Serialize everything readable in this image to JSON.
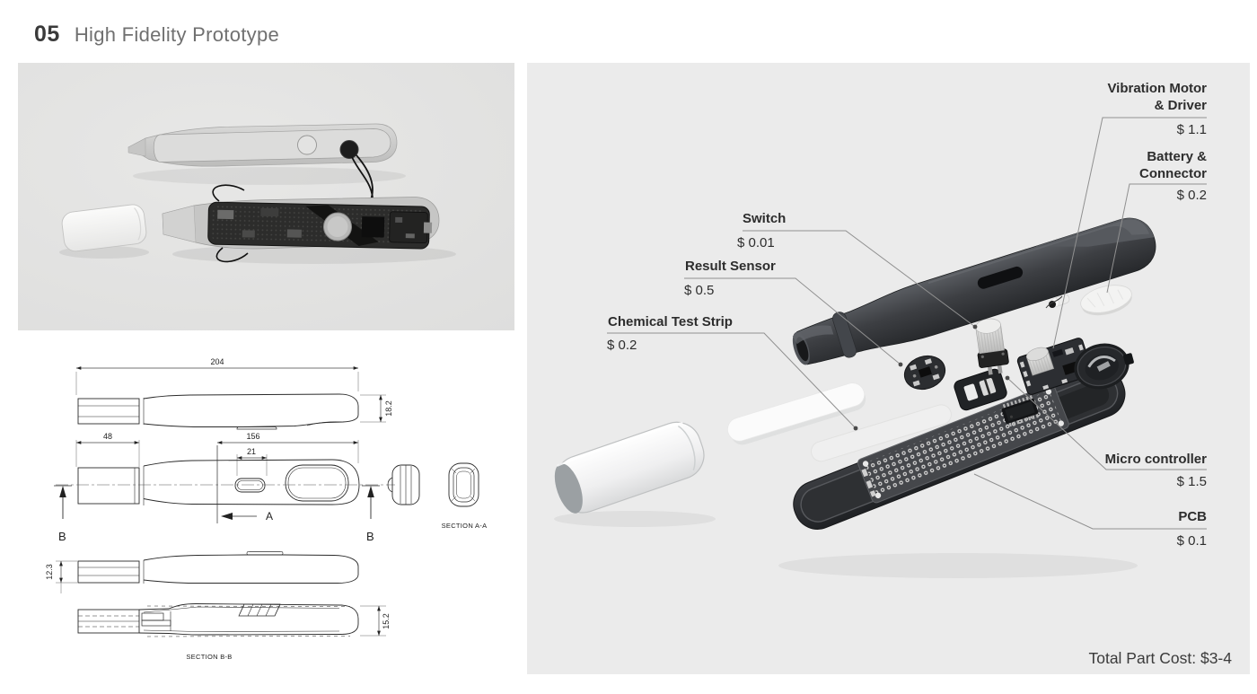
{
  "header": {
    "number": "05",
    "title": "High Fidelity Prototype"
  },
  "drawing": {
    "dim_overall_length": "204",
    "dim_height": "18.2",
    "dim_cap_length": "48",
    "dim_body_length": "156",
    "dim_slot_length": "21",
    "dim_side_height": "12.3",
    "dim_section_height": "15.2",
    "datum_a": "A",
    "datum_b_left": "B",
    "datum_b_right": "B",
    "section_aa_label": "SECTION A-A",
    "section_bb_label": "SECTION B-B"
  },
  "exploded": {
    "labels": {
      "vibration": {
        "name": "Vibration Motor & Driver",
        "price": "$ 1.1"
      },
      "battery": {
        "name": "Battery & Connector",
        "price": "$ 0.2"
      },
      "switch": {
        "name": "Switch",
        "price": "$ 0.01"
      },
      "result_sensor": {
        "name": "Result Sensor",
        "price": "$ 0.5"
      },
      "test_strip": {
        "name": "Chemical Test Strip",
        "price": "$ 0.2"
      },
      "micro": {
        "name": "Micro controller",
        "price": "$ 1.5"
      },
      "pcb": {
        "name": "PCB",
        "price": "$ 0.1"
      }
    },
    "total_cost": "Total Part Cost: $3-4"
  },
  "colors": {
    "right_panel_bg": "#ebebeb",
    "photo_bg": "#e3e3e2",
    "ink": "#2d2d2d",
    "leader_line": "#909090"
  }
}
